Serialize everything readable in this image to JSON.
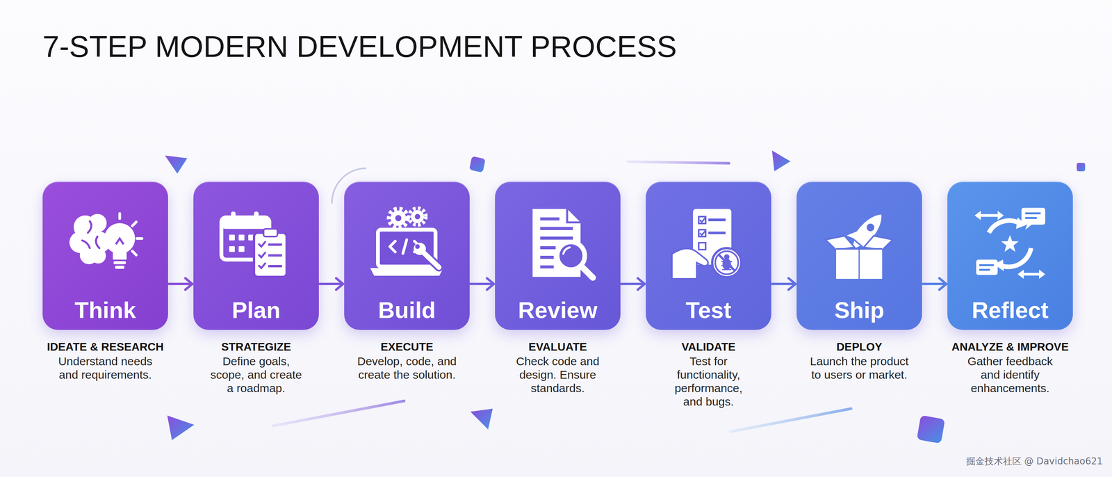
{
  "diagram": {
    "title": "7-STEP MODERN DEVELOPMENT PROCESS",
    "nodes": [
      {
        "text": [
          "Think",
          "IDEATE & RESEARCH",
          "Understand needs and requirements."
        ]
      },
      {
        "text": [
          "Plan",
          "STRATEGIZE",
          "Define goals, scope, and create a roadmap."
        ]
      },
      {
        "text": [
          "Build",
          "EXECUTE",
          "Develop, code, and create the solution."
        ]
      },
      {
        "text": [
          "Review",
          "EVALUATE",
          "Check code and design. Ensure standards."
        ]
      },
      {
        "text": [
          "Test",
          "VALIDATE",
          "Test for functionality, performance, and bugs."
        ]
      },
      {
        "text": [
          "Ship",
          "DEPLOY",
          "Launch the product to users or market."
        ]
      },
      {
        "text": [
          "Reflect",
          "ANALYZE & IMPROVE",
          "Gather feedback and identify enhancements."
        ]
      }
    ],
    "edges": [
      {
        "from": 0,
        "to": 1,
        "arrow": "to"
      },
      {
        "from": 1,
        "to": 2,
        "arrow": "to"
      },
      {
        "from": 2,
        "to": 3,
        "arrow": "to"
      },
      {
        "from": 3,
        "to": 4,
        "arrow": "to"
      },
      {
        "from": 4,
        "to": 5,
        "arrow": "to"
      },
      {
        "from": 5,
        "to": 6,
        "arrow": "to"
      }
    ],
    "labels": [
      "掘金技术社区 @ Davidchao621"
    ]
  }
}
